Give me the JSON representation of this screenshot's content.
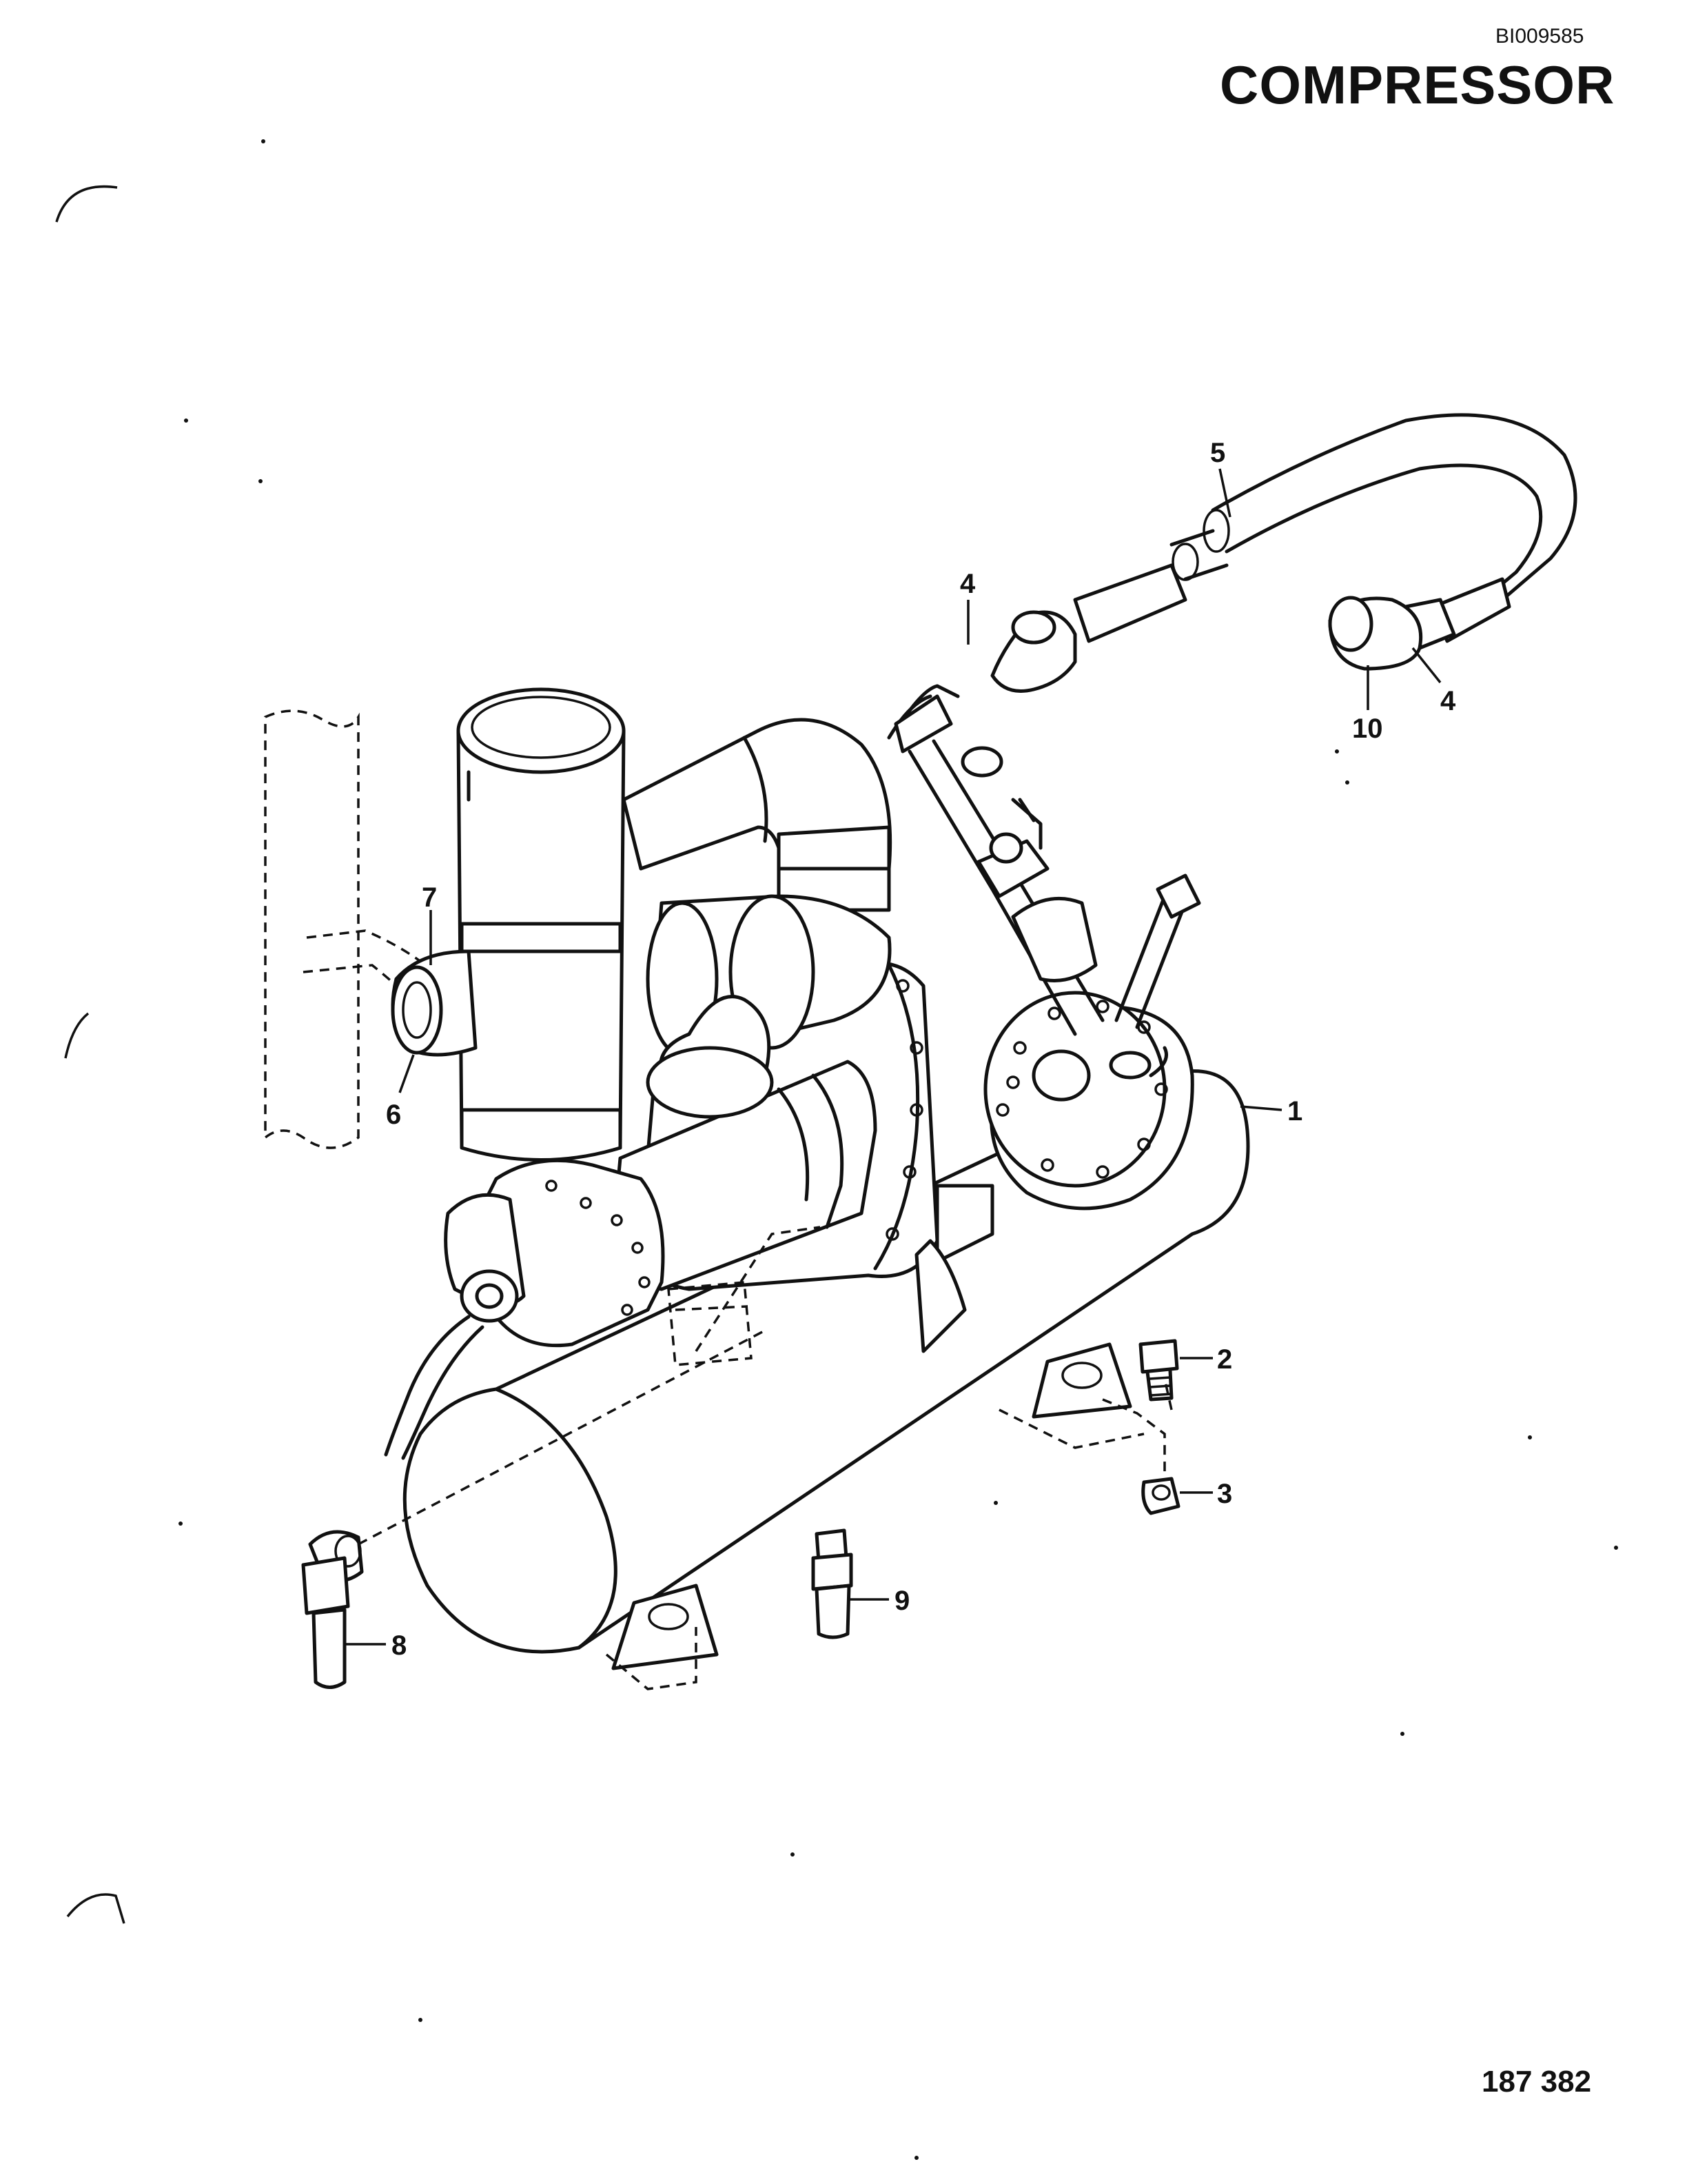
{
  "header": {
    "doc_id": "BI009585",
    "title": "COMPRESSOR"
  },
  "footer": {
    "page_number": "187 382"
  },
  "callouts": [
    {
      "label": "1"
    },
    {
      "label": "2"
    },
    {
      "label": "3"
    },
    {
      "label": "4"
    },
    {
      "label": "4"
    },
    {
      "label": "5"
    },
    {
      "label": "6"
    },
    {
      "label": "7"
    },
    {
      "label": "8"
    },
    {
      "label": "9"
    },
    {
      "label": "10"
    }
  ],
  "icons": [
    "compressor-assembly-drawing",
    "air-receiver-tank-icon",
    "filter-canister-icon",
    "hose-icon",
    "fitting-icon",
    "plug-icon",
    "nut-icon"
  ]
}
